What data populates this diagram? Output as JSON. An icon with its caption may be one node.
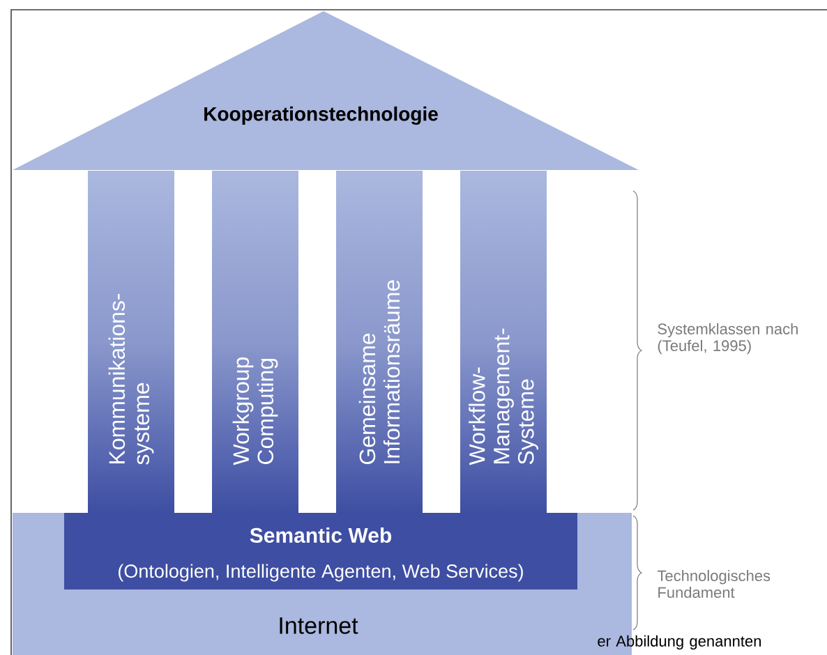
{
  "diagram": {
    "nodes": [
      {
        "text": [
          "Kooperationstechnologie"
        ]
      },
      {
        "text": [
          "Kommunikations- systeme"
        ]
      },
      {
        "text": [
          "Workgroup Computing"
        ]
      },
      {
        "text": [
          "Gemeinsame Informationsräume"
        ]
      },
      {
        "text": [
          "Workflow- Management- Systeme"
        ]
      },
      {
        "text": [
          "Internet"
        ]
      },
      {
        "text": [
          "Semantic Web",
          "(Ontologien, Intelligente Agenten, Web Services)"
        ],
        "in": 5
      }
    ],
    "labels": [
      "Systemklassen nach (Teufel, 1995)",
      "Technologisches Fundament",
      "er Abbildung genannten"
    ]
  }
}
